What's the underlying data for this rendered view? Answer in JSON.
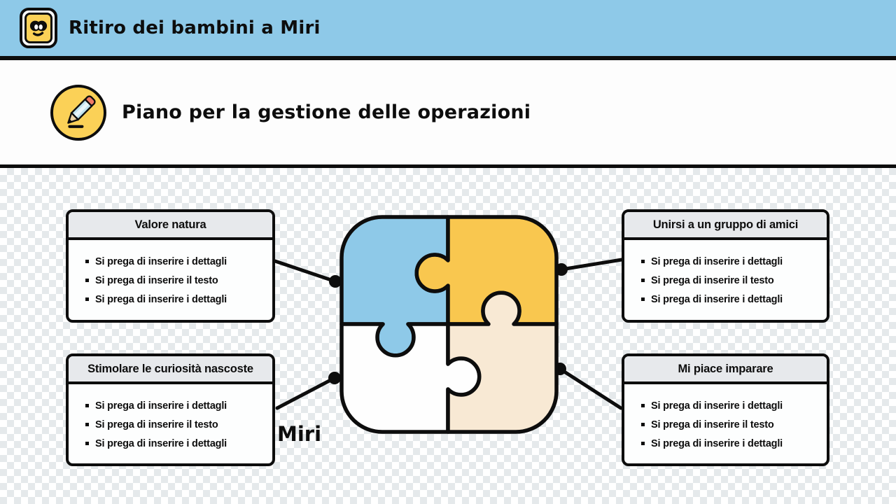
{
  "slide": {
    "header": {
      "title": "Ritiro dei bambini a Miri",
      "logo_icon": "mascot-face-icon",
      "bg_color": "#8ec9e8"
    },
    "section_title": {
      "icon": "pencil-icon",
      "icon_bg_color": "#fbd157",
      "title": "Piano per la gestione delle operazioni"
    },
    "diagram": {
      "center_shape": "four-piece-puzzle",
      "center_label": "Miri",
      "puzzle_colors": {
        "top_left": "#8ec9e8",
        "top_right": "#f9c74f",
        "bottom_left": "#fefefe",
        "bottom_right": "#f8e9d4"
      },
      "boxes": [
        {
          "position": "top-left",
          "title": "Valore natura",
          "bullets": [
            "Si prega di inserire i dettagli",
            "Si prega di inserire il testo",
            "Si prega di inserire i dettagli"
          ]
        },
        {
          "position": "top-right",
          "title": "Unirsi a un gruppo di amici",
          "bullets": [
            "Si prega di inserire i dettagli",
            "Si prega di inserire il testo",
            "Si prega di inserire i dettagli"
          ]
        },
        {
          "position": "bottom-left",
          "title": "Stimolare le curiosità nascoste",
          "bullets": [
            "Si prega di inserire i dettagli",
            "Si prega di inserire il testo",
            "Si prega di inserire i dettagli"
          ]
        },
        {
          "position": "bottom-right",
          "title": "Mi piace imparare",
          "bullets": [
            "Si prega di inserire i dettagli",
            "Si prega di inserire il testo",
            "Si prega di inserire i dettagli"
          ]
        }
      ]
    },
    "colors": {
      "header_blue": "#8ec9e8",
      "outline_black": "#0d0d0d",
      "box_header_gray": "#e7e9ec",
      "checker_gray": "#e5e9eb",
      "accent_yellow": "#f9c74f",
      "icon_yellow": "#fbd157",
      "cream": "#f8e9d4",
      "eraser_salmon": "#f07a65",
      "pencil_blue": "#bfe3ef"
    }
  }
}
